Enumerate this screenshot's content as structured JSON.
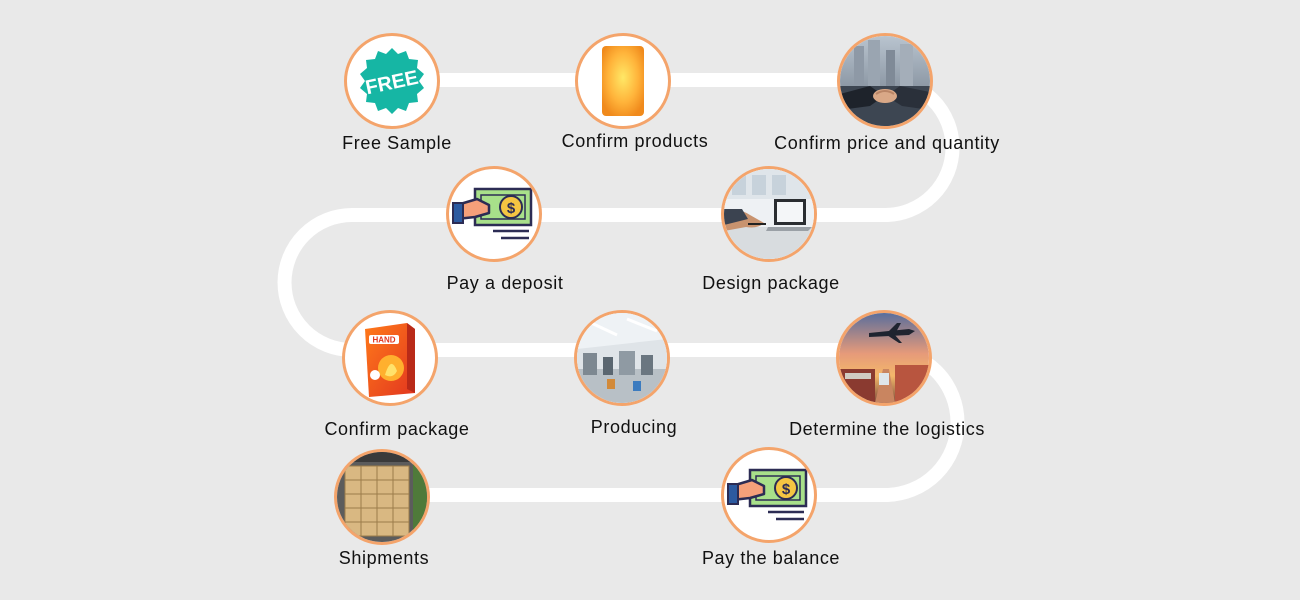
{
  "colors": {
    "background": "#e9e9e9",
    "path": "#ffffff",
    "ring": "#f4a46b",
    "label": "#111111"
  },
  "steps": [
    {
      "label": "Free Sample",
      "icon": "free-badge-icon"
    },
    {
      "label": "Confirm products",
      "icon": "product-card-icon"
    },
    {
      "label": "Confirm price and quantity",
      "icon": "handshake-icon"
    },
    {
      "label": "Design package",
      "icon": "laptop-design-icon"
    },
    {
      "label": "Pay a deposit",
      "icon": "cash-payment-icon"
    },
    {
      "label": "Confirm package",
      "icon": "package-box-icon"
    },
    {
      "label": "Producing",
      "icon": "factory-icon"
    },
    {
      "label": "Determine the logistics",
      "icon": "airplane-logistics-icon"
    },
    {
      "label": "Pay the balance",
      "icon": "cash-payment-icon"
    },
    {
      "label": "Shipments",
      "icon": "shipping-cartons-icon"
    }
  ]
}
